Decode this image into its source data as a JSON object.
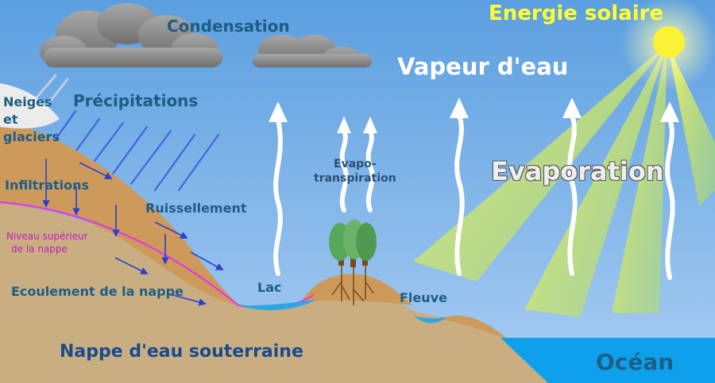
{
  "labels": {
    "solar_energy": "Energie solaire",
    "condensation": "Condensation",
    "water_vapor": "Vapeur d'eau",
    "snow_glaciers": [
      "Neiges",
      "et",
      "glaciers"
    ],
    "precipitation": "Précipitations",
    "evapotranspiration": [
      "Evapo-",
      "transpiration"
    ],
    "evaporation": "Evaporation",
    "infiltration": "Infiltrations",
    "runoff": "Ruissellement",
    "water_table_level": [
      "Niveau supérieur",
      "de la nappe"
    ],
    "lake": "Lac",
    "river": "Fleuve",
    "groundwater_flow": "Ecoulement de la nappe",
    "groundwater": "Nappe d'eau souterraine",
    "ocean": "Océan"
  },
  "colors": {
    "sky_top": "#5b9fe0",
    "sky_bottom": "#a9cdf2",
    "sun": "#fcf235",
    "sun_rays": "#d8ec6a",
    "cloud": "#8c8c8c",
    "snow": "#ebebeb",
    "soil": "#cd9a5b",
    "ground": "#c9ae82",
    "water": "#2ea6e6",
    "water_table_line": "#e040d8",
    "arrow_blue": "#2b3fd0",
    "tree": "#5aa65a",
    "solar_text": "#ffff33"
  }
}
